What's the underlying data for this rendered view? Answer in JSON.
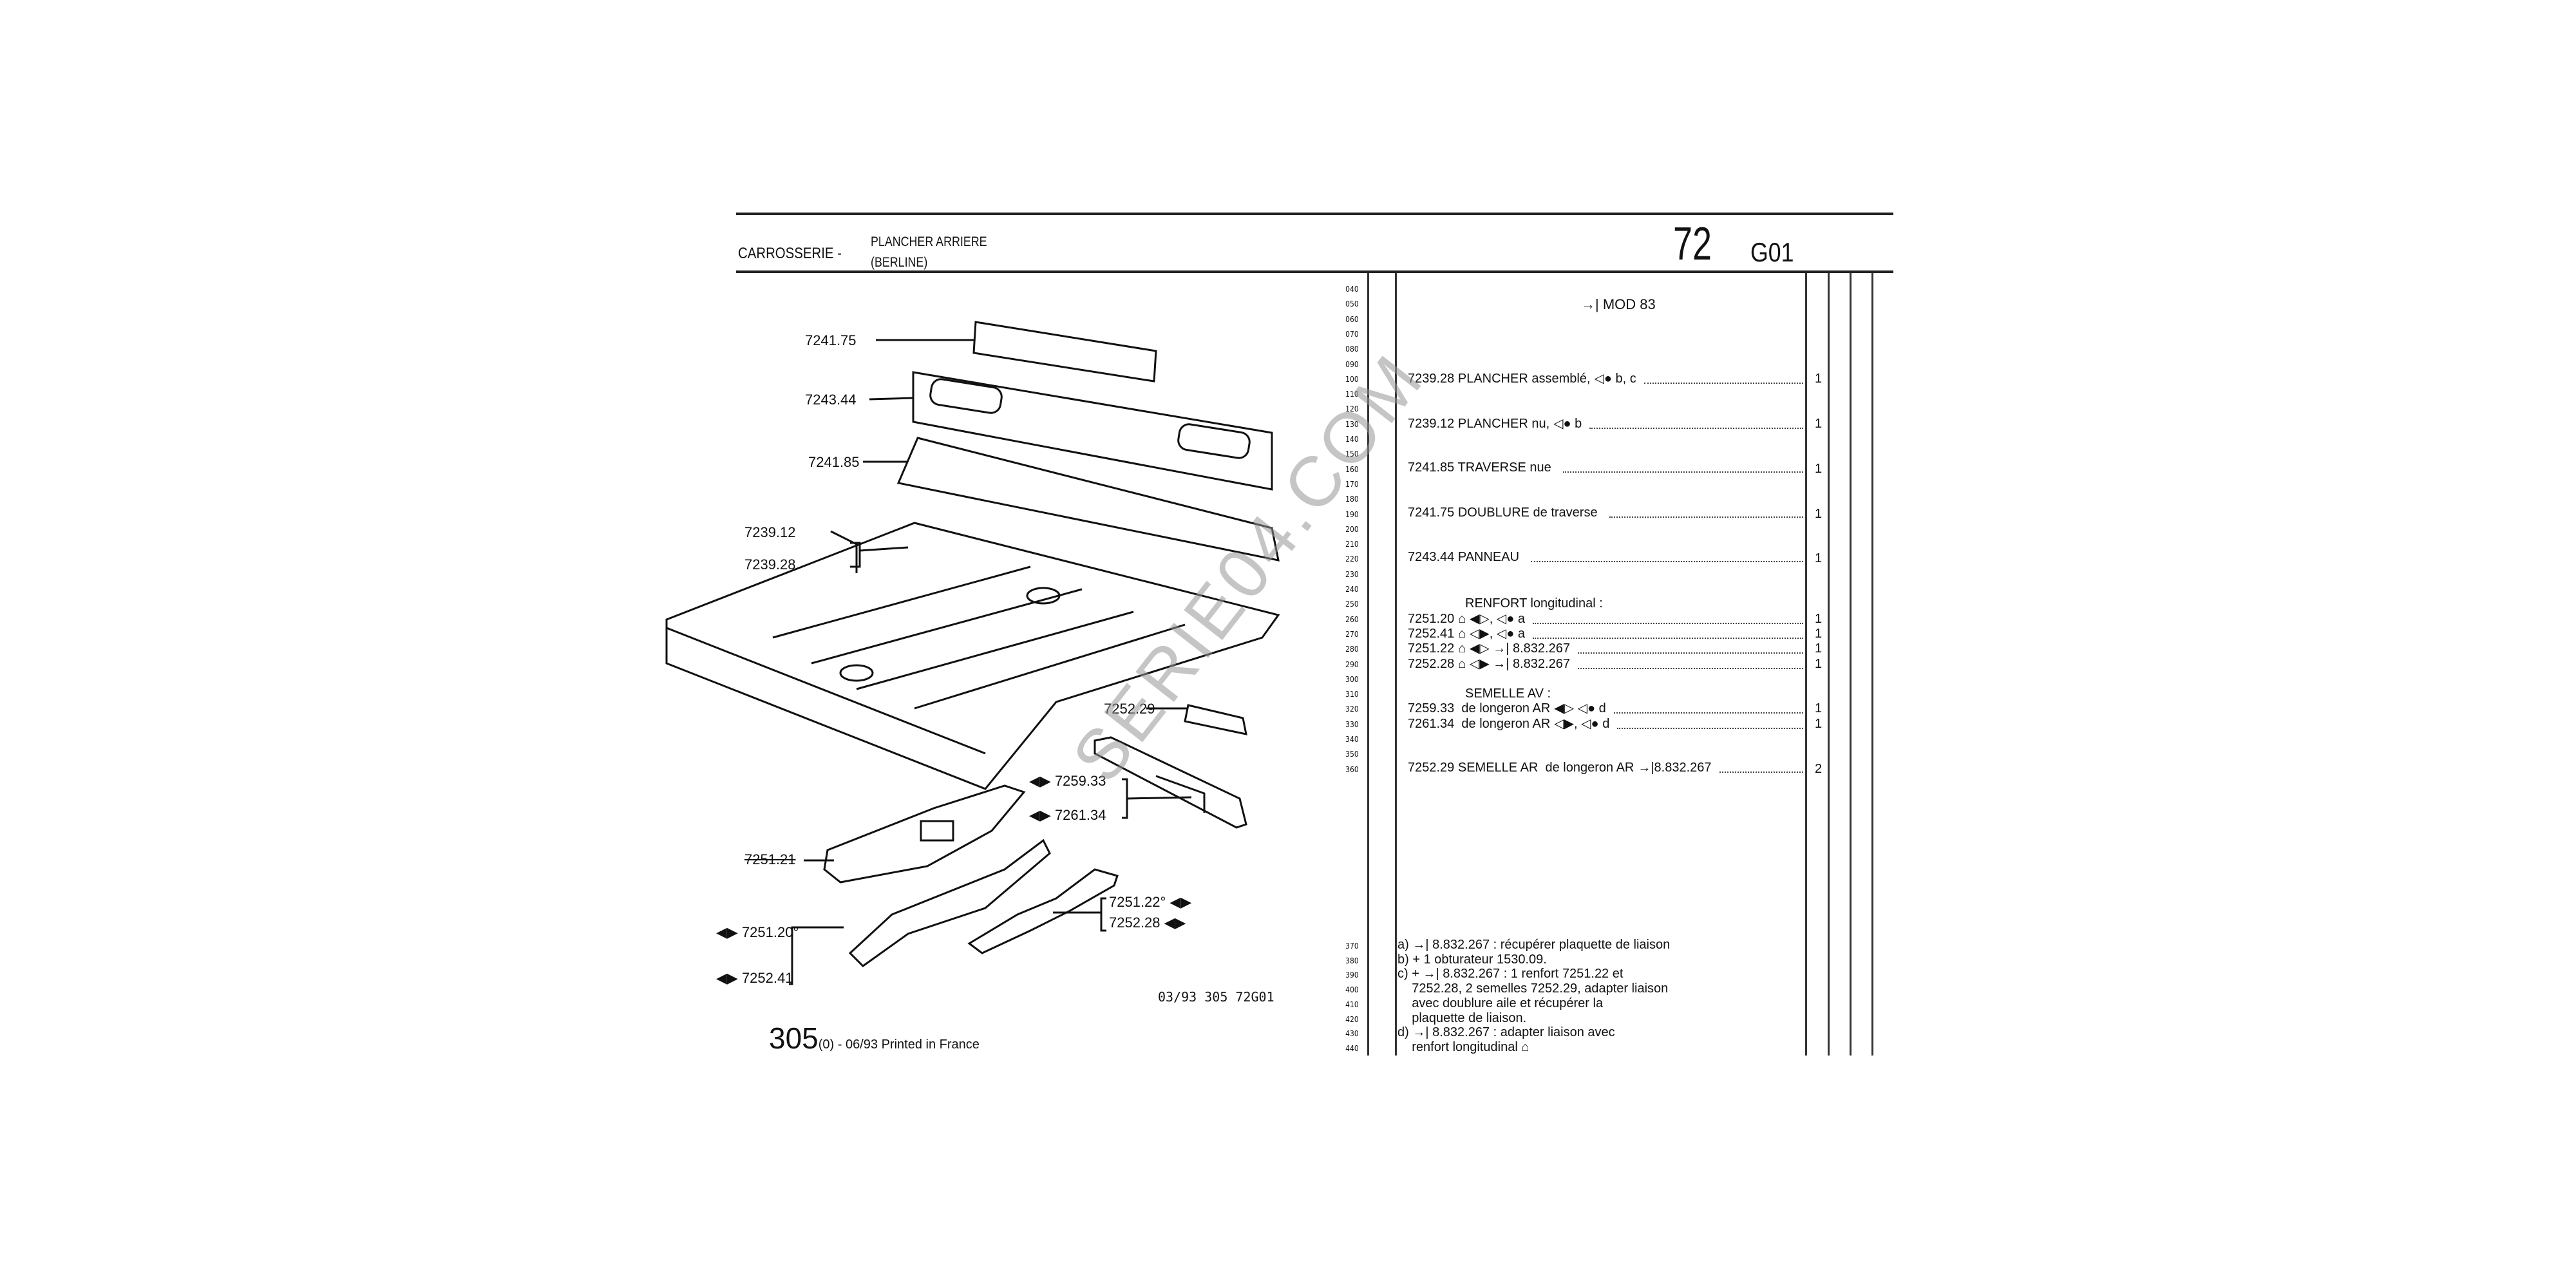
{
  "header": {
    "section": "CARROSSERIE -",
    "subtitle_1": "PLANCHER ARRIERE",
    "subtitle_2": "(BERLINE)",
    "group": "72",
    "code": "G01"
  },
  "line_numbers_top": [
    "040",
    "050",
    "060",
    "070",
    "080",
    "090",
    "100",
    "110",
    "120",
    "130",
    "140",
    "150",
    "160",
    "170",
    "180",
    "190",
    "200",
    "210",
    "220",
    "230",
    "240",
    "250",
    "260",
    "270",
    "280",
    "290",
    "300",
    "310",
    "320",
    "330",
    "340",
    "350",
    "360"
  ],
  "line_numbers_bottom": [
    "370",
    "380",
    "390",
    "400",
    "410",
    "420",
    "430",
    "440"
  ],
  "list": {
    "mod": "→| MOD 83",
    "items": [
      {
        "row": 6,
        "text": "7239.28 PLANCHER assemblé,",
        "sym": "◁● b, c",
        "qty": "1"
      },
      {
        "row": 9,
        "text": "7239.12 PLANCHER nu,",
        "sym": "◁● b",
        "qty": "1"
      },
      {
        "row": 12,
        "text": "7241.85 TRAVERSE nue",
        "sym": "",
        "qty": "1"
      },
      {
        "row": 15,
        "text": "7241.75 DOUBLURE de traverse",
        "sym": "",
        "qty": "1"
      },
      {
        "row": 18,
        "text": "7243.44 PANNEAU",
        "sym": "",
        "qty": "1"
      },
      {
        "row": 22,
        "text": "7251.20",
        "sym": "⌂ ◀▷, ◁● a",
        "qty": "1"
      },
      {
        "row": 23,
        "text": "7252.41",
        "sym": "⌂ ◁▶, ◁● a",
        "qty": "1"
      },
      {
        "row": 24,
        "text": "7251.22",
        "sym": "⌂ ◀▷ →| 8.832.267",
        "qty": "1"
      },
      {
        "row": 25,
        "text": "7252.28",
        "sym": "⌂ ◁▶ →| 8.832.267",
        "qty": "1"
      },
      {
        "row": 28,
        "text": "7259.33  de longeron AR",
        "sym": "◀▷ ◁● d",
        "qty": "1"
      },
      {
        "row": 29,
        "text": "7261.34  de longeron AR",
        "sym": "◁▶, ◁● d",
        "qty": "1"
      },
      {
        "row": 32,
        "text": "7252.29 SEMELLE AR  de longeron AR",
        "sym": "→|8.832.267",
        "qty": "2"
      }
    ],
    "headings": [
      {
        "row": 21,
        "text": "RENFORT longitudinal :"
      },
      {
        "row": 27,
        "text": "SEMELLE AV :"
      }
    ]
  },
  "notes": [
    "a) →| 8.832.267 : récupérer plaquette de liaison",
    "b) + 1 obturateur 1530.09.",
    "c) + →| 8.832.267 : 1 renfort 7251.22 et",
    "    7252.28, 2 semelles 7252.29, adapter liaison",
    "    avec doublure aile et récupérer la",
    "    plaquette de liaison.",
    "d) →| 8.832.267 : adapter liaison avec",
    "    renfort longitudinal ⌂"
  ],
  "diagram_labels": {
    "l724175": "7241.75",
    "l724344": "7243.44",
    "l724185": "7241.85",
    "l723912": "7239.12",
    "l723928": "7239.28",
    "l725229": "7252.29",
    "l725933": "◀▶ 7259.33",
    "l726134": "◀▶ 7261.34",
    "l725121": "7251.21",
    "l725120": "◀▶ 7251.20°",
    "l725241": "◀▶ 7252.41",
    "l725122": "7251.22° ◀▶",
    "l725228": "7252.28 ◀▶"
  },
  "footer": {
    "ref": "03/93  305  72G01",
    "page": "305",
    "edition": "(0) - 06/93 Printed in France"
  },
  "watermark": "SERIE04.COM"
}
